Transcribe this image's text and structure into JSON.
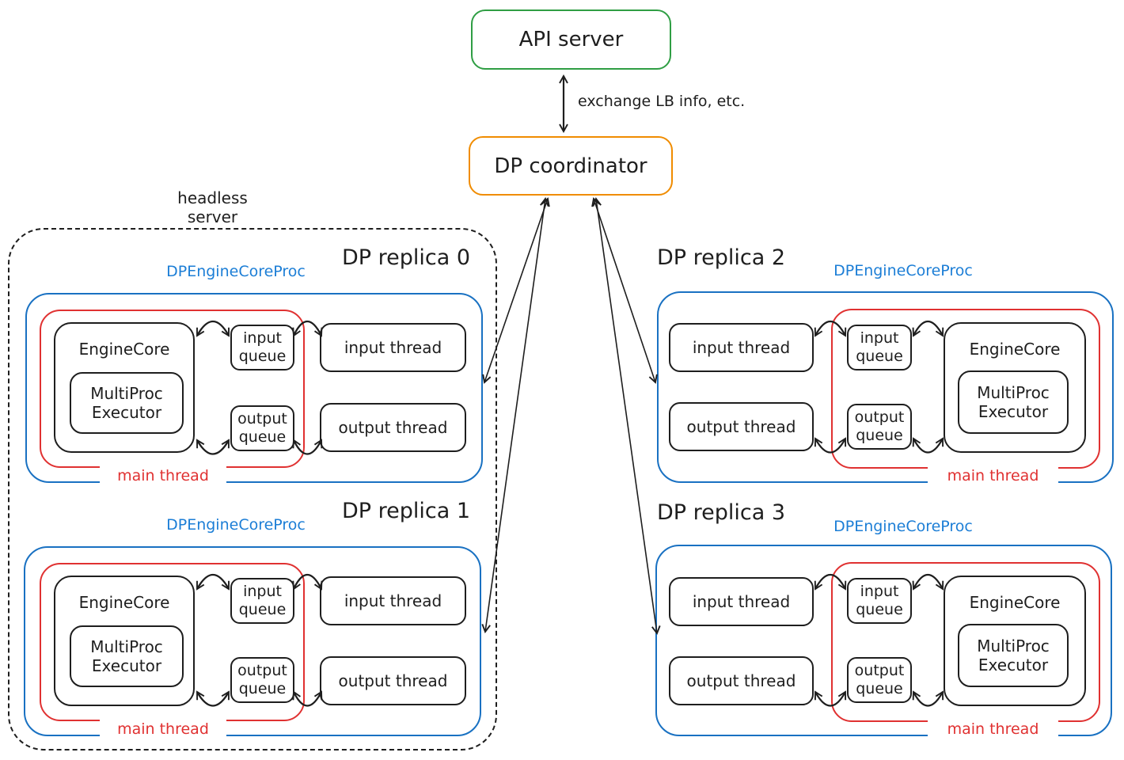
{
  "colors": {
    "green": "#2f9e44",
    "orange": "#f08c00",
    "blue": "#1971c2",
    "blue_label": "#1c7ed6",
    "red": "#e03131",
    "ink": "#1e1e1e"
  },
  "api_server": {
    "label": "API server"
  },
  "coordinator": {
    "label": "DP coordinator"
  },
  "exchange_label": "exchange LB info, etc.",
  "headless_server": {
    "label": "headless server"
  },
  "shared": {
    "proc_label": "DPEngineCoreProc",
    "engine_core": "EngineCore",
    "multiproc_line1": "MultiProc",
    "multiproc_line2": "Executor",
    "input_label": "input",
    "output_label": "output",
    "queue_label": "queue",
    "input_thread": "input thread",
    "output_thread": "output thread",
    "main_thread": "main thread"
  },
  "replicas": [
    {
      "title": "DP replica 0"
    },
    {
      "title": "DP replica 1"
    },
    {
      "title": "DP replica 2"
    },
    {
      "title": "DP replica 3"
    }
  ]
}
